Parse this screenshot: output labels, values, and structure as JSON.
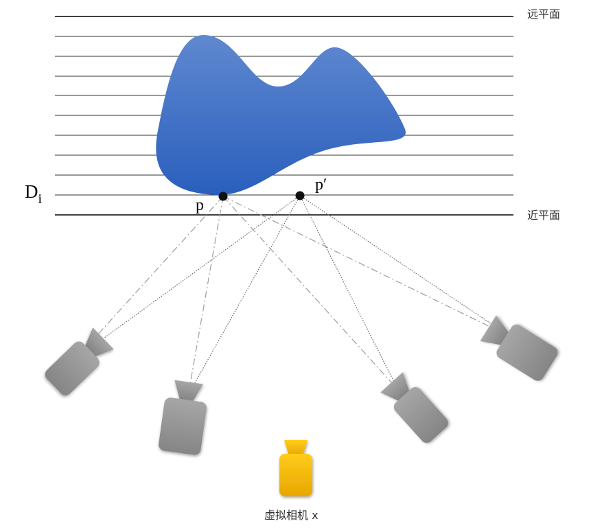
{
  "labels": {
    "far_plane": "远平面",
    "near_plane": "近平面",
    "depth_layer": "D",
    "depth_layer_sub": "i",
    "point_p": "p",
    "point_p_prime": "p′",
    "virtual_camera": "虚拟相机 x"
  },
  "colors": {
    "object_fill_top": "#5a84cc",
    "object_fill_bottom": "#2b62c0",
    "camera_gray": "#8a8a8a",
    "virtual_camera": "#f5b400",
    "plane_line": "#000000",
    "dash_dot_ray": "#a0a0a0",
    "dotted_ray": "#707070"
  },
  "icons": [
    "source-camera-icon",
    "virtual-camera-icon"
  ]
}
